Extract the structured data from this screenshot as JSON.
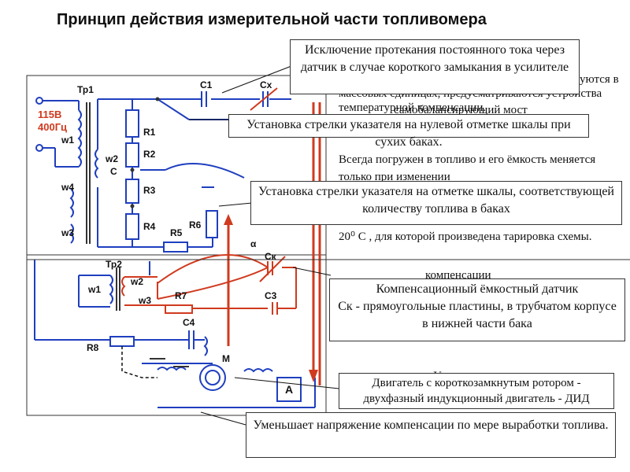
{
  "title": "Принцип действия измерительной части топливомера",
  "callouts": {
    "dc_exclusion": "Исключение протекания постоянного тока через датчик в случае короткого замыкания в усилителе",
    "zero_setting": "Установка стрелки указателя на нулевой отметке шкалы при сухих баках.",
    "fuel_setting": "Установка стрелки указателя на отметке шкалы, соответствующей количеству топлива в баках",
    "comp_sensor_title": "Компенсационный ёмкостный датчик",
    "comp_sensor_body": "Cк - прямоугольные пластины, в трубчатом корпусе в нижней части бака",
    "motor": "Двигатель с короткозамкнутым ротором - двухфазный индукционный двигатель - ДИД",
    "compensation_reduce": "Уменьшает напряжение компенсации по мере выработки топлива."
  },
  "background_text": {
    "modern": "В современных топливомерах, которые градуируются в массовых единицах, предусматриваются устройства температурной компенсации.",
    "bridge": "самобалансирующий мост",
    "always": "Всегда погружен в топливо и его ёмкость меняется только при изменении",
    "temp": "20⁰ С , для которой произведена тарировка схемы.",
    "compensation": "компенсации",
    "amplifier": "Усилитель"
  },
  "labels": {
    "tp1": "Тр1",
    "v115": "115В",
    "hz400": "400Гц",
    "w1": "w1",
    "w2": "w2",
    "w3": "w3",
    "w4": "w4",
    "c": "С",
    "c1": "С1",
    "cx": "Сх",
    "r1": "R1",
    "r2": "R2",
    "r3": "R3",
    "r4": "R4",
    "r5": "R5",
    "r6": "R6",
    "tp2": "Тр2",
    "w1b": "w1",
    "w2b": "w2",
    "w3b": "w3",
    "r7": "R7",
    "r8": "R8",
    "c3": "С3",
    "c4": "С4",
    "ck": "Ск",
    "m": "М",
    "a": "А",
    "alpha": "α"
  },
  "colors": {
    "wire_blue": "#1f3fbf",
    "wire_red": "#d03a1e",
    "text": "#111111"
  }
}
